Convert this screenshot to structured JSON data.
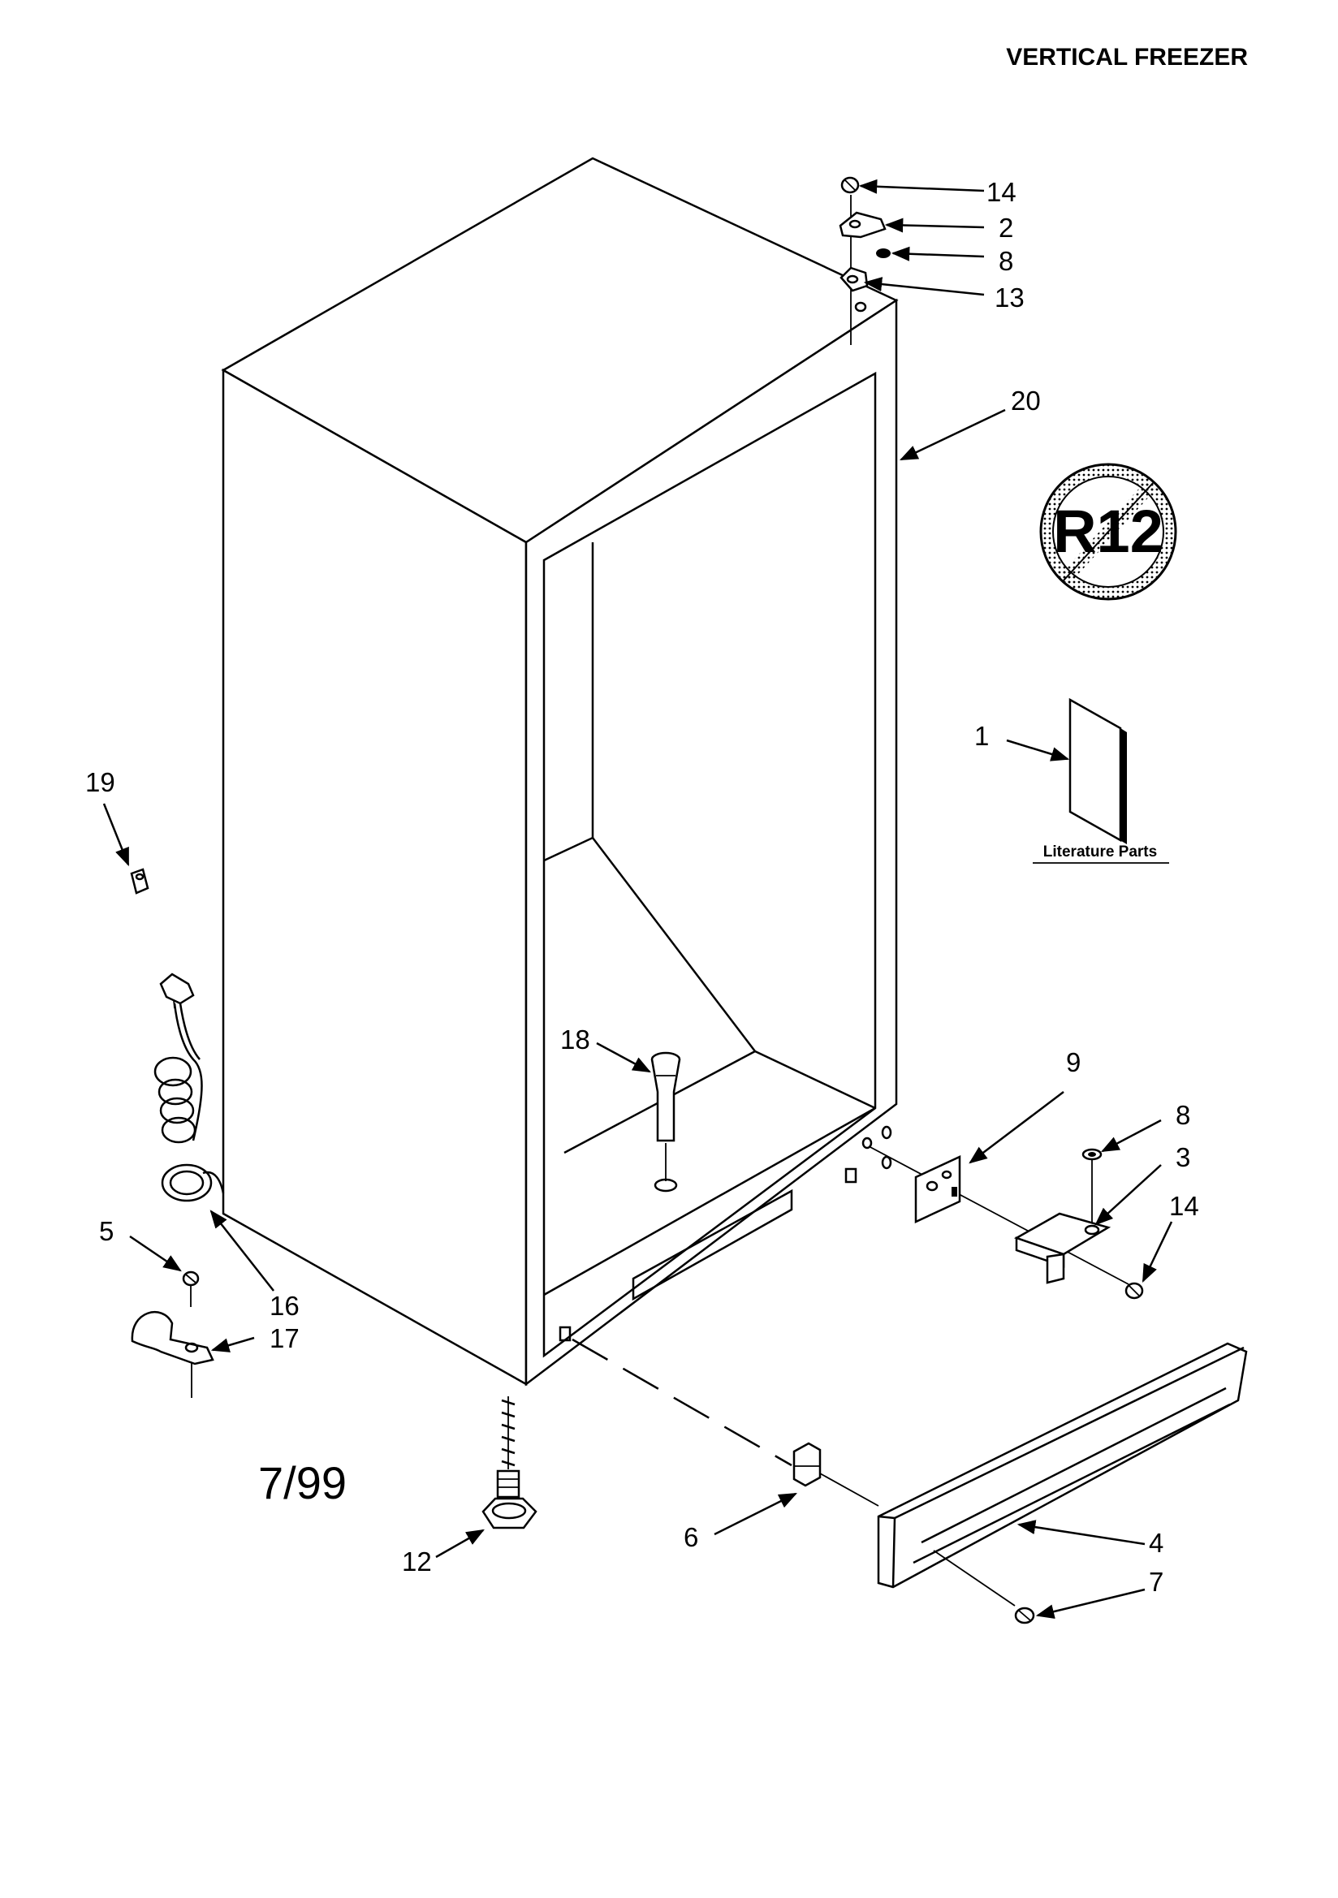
{
  "title": "VERTICAL FREEZER",
  "date": "7/99",
  "literature_label": "Literature Parts",
  "badge_text": "R12",
  "callouts": {
    "c14a": "14",
    "c2": "2",
    "c8a": "8",
    "c13": "13",
    "c20": "20",
    "c1": "1",
    "c19": "19",
    "c18": "18",
    "c9": "9",
    "c8b": "8",
    "c3": "3",
    "c14b": "14",
    "c5": "5",
    "c16": "16",
    "c17": "17",
    "c12": "12",
    "c6": "6",
    "c4": "4",
    "c7": "7"
  },
  "colors": {
    "line": "#000000",
    "background": "#ffffff"
  }
}
